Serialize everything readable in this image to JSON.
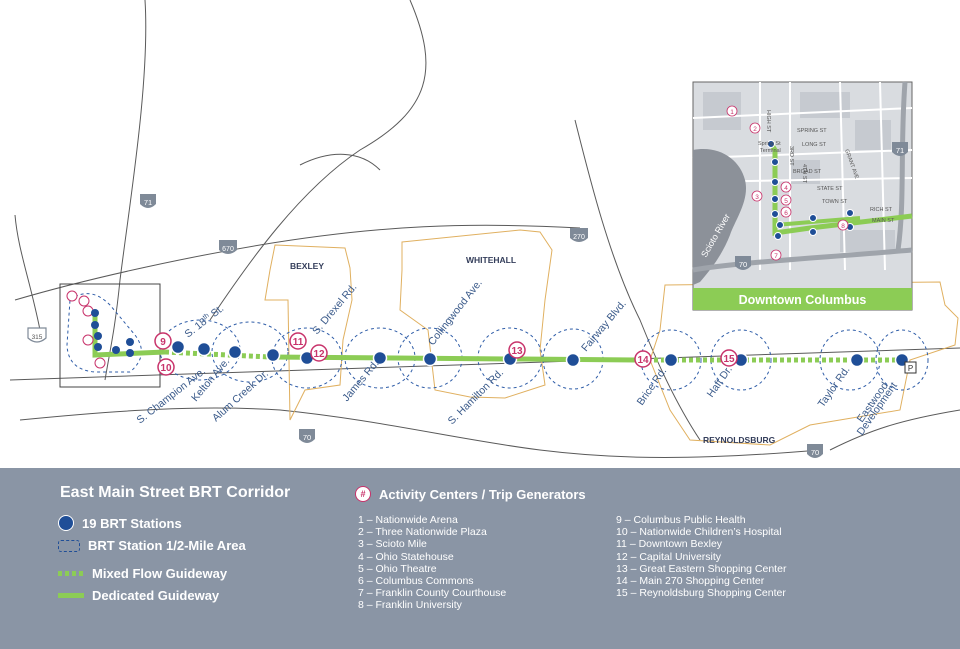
{
  "legend": {
    "title": "East Main Street BRT Corridor",
    "items": {
      "stations": "19 BRT Stations",
      "halfmile": "BRT Station 1/2-Mile Area",
      "mixed": "Mixed Flow Guideway",
      "dedicated": "Dedicated Guideway"
    },
    "activity_header_symbol": "#",
    "activity_header": "Activity Centers / Trip Generators",
    "activity_left": [
      "1 – Nationwide Arena",
      "2 – Three Nationwide Plaza",
      "3 – Scioto Mile",
      "4 – Ohio Statehouse",
      "5 – Ohio Theatre",
      "6 – Columbus Commons",
      "7 – Franklin County Courthouse",
      "8 – Franklin University"
    ],
    "activity_right": [
      "9 – Columbus Public Health",
      "10 – Nationwide Children’s Hospital",
      "11 – Downtown Bexley",
      "12 – Capital University",
      "13 – Great Eastern Shopping Center",
      "14 – Main 270 Shopping Center",
      "15 – Reynoldsburg Shopping Center"
    ]
  },
  "places": {
    "bexley": "BEXLEY",
    "whitehall": "WHITEHALL",
    "reynoldsburg": "REYNOLDSBURG"
  },
  "highways": {
    "i71": "71",
    "i670": "670",
    "i270": "270",
    "i70_a": "70",
    "i70_b": "70",
    "us315": "315"
  },
  "stations": {
    "s_champion": "S. Champion Ave.",
    "s18": "S. 18",
    "s18_sup": "th",
    "s18_suffix": " St.",
    "kelton": "Kelton Ave.",
    "alum_creek": "Alum Creek Dr.",
    "s_drexel": "S. Drexel Rd.",
    "james": "James Rd.",
    "collingwood": "Collingwood Ave.",
    "s_hamilton": "S. Hamilton Rd.",
    "fairway": "Fairway Blvd.",
    "brice": "Brice Rd.",
    "haft": "Haft Dr.",
    "taylor": "Taylor Rd.",
    "eastwood_1": "Eastwood",
    "eastwood_2": "Development",
    "parking": "P"
  },
  "activity_markers": [
    "9",
    "10",
    "11",
    "12",
    "13",
    "14",
    "15"
  ],
  "inset": {
    "title": "Downtown Columbus",
    "markers": [
      "1",
      "2",
      "3",
      "4",
      "5",
      "6",
      "7",
      "8"
    ],
    "i71": "71",
    "i70": "70",
    "river": "Scioto River",
    "streets": {
      "spring": "SPRING ST",
      "long": "LONG ST",
      "broad": "BROAD ST",
      "state": "STATE ST",
      "town": "TOWN ST",
      "rich": "RICH ST",
      "main": "MAIN ST",
      "high": "HIGH ST",
      "third": "3RD ST",
      "fourth": "4TH ST",
      "grant": "GRANT AVE",
      "terminal_1": "Spring St",
      "terminal_2": "Terminal"
    }
  },
  "colors": {
    "guideway": "#8ccc55",
    "station": "#1f4e97",
    "activity": "#c8336b",
    "boundary": "#e0b060",
    "legend_bg": "#8a95a5"
  }
}
